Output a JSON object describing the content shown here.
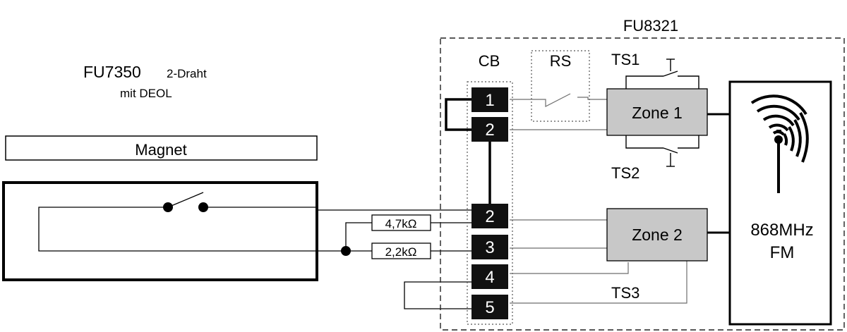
{
  "sensor": {
    "model": "FU7350",
    "type_label": "2-Draht",
    "deol_label": "mit DEOL",
    "magnet_label": "Magnet"
  },
  "resistors": {
    "r1": "4,7kΩ",
    "r2": "2,2kΩ"
  },
  "module": {
    "title": "FU8321",
    "cb_label": "CB",
    "rs_label": "RS",
    "terminals": [
      "1",
      "2",
      "2",
      "3",
      "4",
      "5"
    ],
    "zone1": "Zone 1",
    "zone2": "Zone 2",
    "ts1": "TS1",
    "ts2": "TS2",
    "ts3": "TS3",
    "radio_freq": "868MHz",
    "radio_mod": "FM"
  },
  "colors": {
    "zone_fill": "#c8c8c8",
    "terminal_fill": "#111111",
    "line": "#000000",
    "gray_line": "#6e6e6e"
  }
}
